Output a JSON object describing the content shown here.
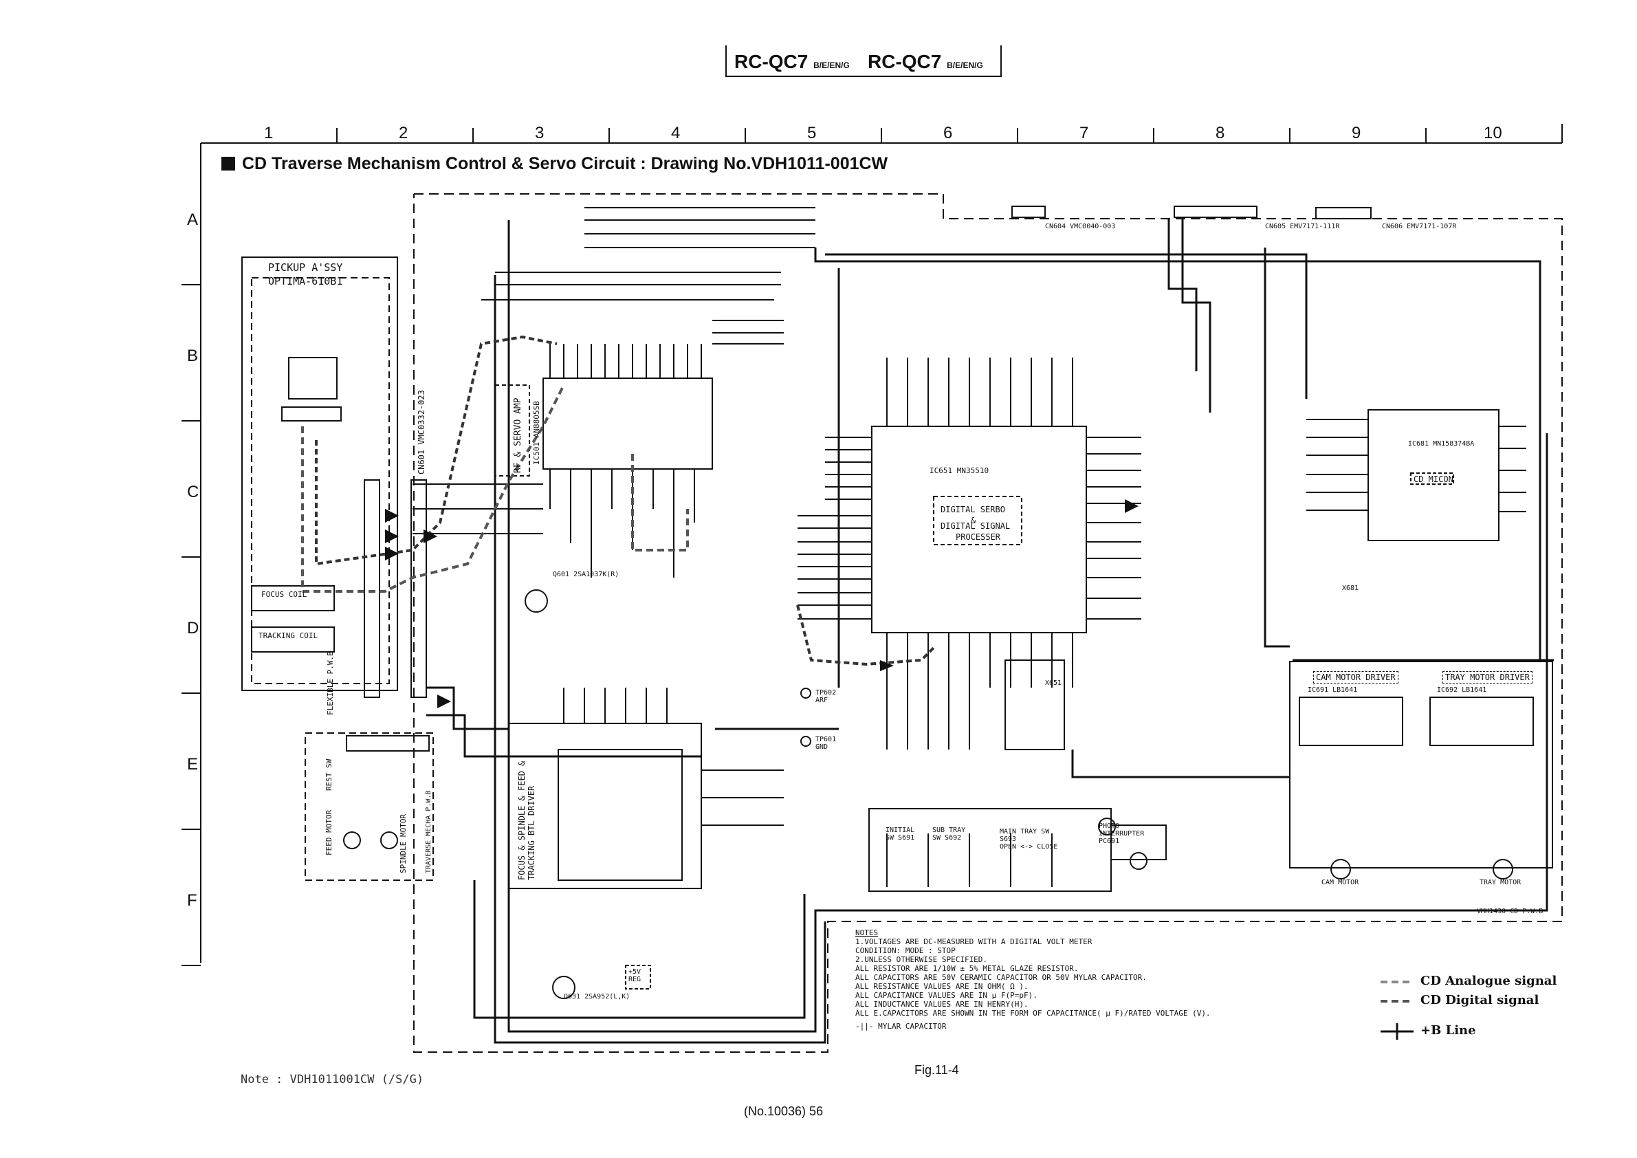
{
  "header": {
    "model_left": "RC-QC7",
    "model_left_suffix": "B/E/EN/G",
    "model_right": "RC-QC7",
    "model_right_suffix": "B/E/EN/G"
  },
  "grid": {
    "columns": [
      "1",
      "2",
      "3",
      "4",
      "5",
      "6",
      "7",
      "8",
      "9",
      "10"
    ],
    "rows": [
      "A",
      "B",
      "C",
      "D",
      "E",
      "F"
    ]
  },
  "title": "CD Traverse Mechanism Control & Servo Circuit : Drawing No.VDH1011-001CW",
  "blocks": {
    "pickup": "PICKUP A'SSY",
    "pickup_model": "OPTIMA-610B1",
    "focus_coil": "FOCUS COIL",
    "tracking_coil": "TRACKING COIL",
    "flexible_pwb": "FLEXIBLE P.W.B",
    "cn601": "CN601 VMC0332-023",
    "rf_servo_amp": "RF & SERVO AMP",
    "ic501": "IC501 AN8805SB",
    "ic651": "IC651 MN35510",
    "digital_servo_line1": "DIGITAL SERBO",
    "digital_servo_line2": "&",
    "digital_servo_line3": "DIGITAL SIGNAL",
    "digital_servo_line4": "PROCESSER",
    "ic681": "IC681 MN158374BA",
    "cd_micon": "CD MICON",
    "focus_driver": "FOCUS & SPINDLE & FEED & TRACKING BTL DRIVER",
    "cam_motor_driver": "CAM MOTOR DRIVER",
    "tray_motor_driver": "TRAY MOTOR DRIVER",
    "ic691": "IC691 LB1641",
    "ic692": "IC692 LB1641",
    "cn604": "CN604 VMC0040-003",
    "cn605": "CN605 EMV7171-111R",
    "cn606": "CN606 EMV7171-107R",
    "feed_motor": "FEED MOTOR",
    "rest_sw": "REST SW",
    "spindle_motor": "SPINDLE MOTOR",
    "traverse_pwb": "TRAVERSE MECHA P.W.B",
    "initial_sw": "INITIAL SW S691",
    "sub_tray_sw": "SUB TRAY SW S692",
    "main_tray_sw": "MAIN TRAY SW S693",
    "open_close": "OPEN <-> CLOSE",
    "photo_interrupter": "PHOTO INTERRUPTER PC691",
    "cam_motor": "CAM MOTOR",
    "tray_motor": "TRAY MOTOR",
    "reg": "+5V REG",
    "q631": "Q631 2SA952(L,K)",
    "q601": "Q601 2SA1037K(R)",
    "x651": "X651",
    "x681": "X681",
    "tp602": "TP602 ARF",
    "tp601": "TP601 GND",
    "pwb_code": "VMH1430 CD P.W.B"
  },
  "notes": {
    "heading": "NOTES",
    "lines": [
      "1.VOLTAGES ARE DC-MEASURED WITH A DIGITAL VOLT METER",
      "   CONDITION: MODE : STOP",
      "2.UNLESS OTHERWISE SPECIFIED.",
      "  ALL RESISTOR ARE 1/10W ± 5% METAL GLAZE RESISTOR.",
      "  ALL CAPACITORS ARE 50V CERAMIC CAPACITOR OR 50V MYLAR CAPACITOR.",
      "  ALL RESISTANCE VALUES ARE IN OHM( Ω ).",
      "  ALL CAPACITANCE VALUES ARE IN μ F(P=pF).",
      "  ALL INDUCTANCE VALUES ARE IN HENRY(H).",
      "  ALL E.CAPACITORS ARE SHOWN IN THE FORM OF CAPACITANCE( μ F)/RATED VOLTAGE (V)."
    ],
    "mylar": "MYLAR CAPACITOR"
  },
  "legend": {
    "analogue": "CD Analogue signal",
    "digital": "CD Digital signal",
    "bline": "+B Line"
  },
  "figure": "Fig.11-4",
  "footer_note": "Note : VDH1011001CW (/S/G)",
  "page_number": "(No.10036) 56"
}
